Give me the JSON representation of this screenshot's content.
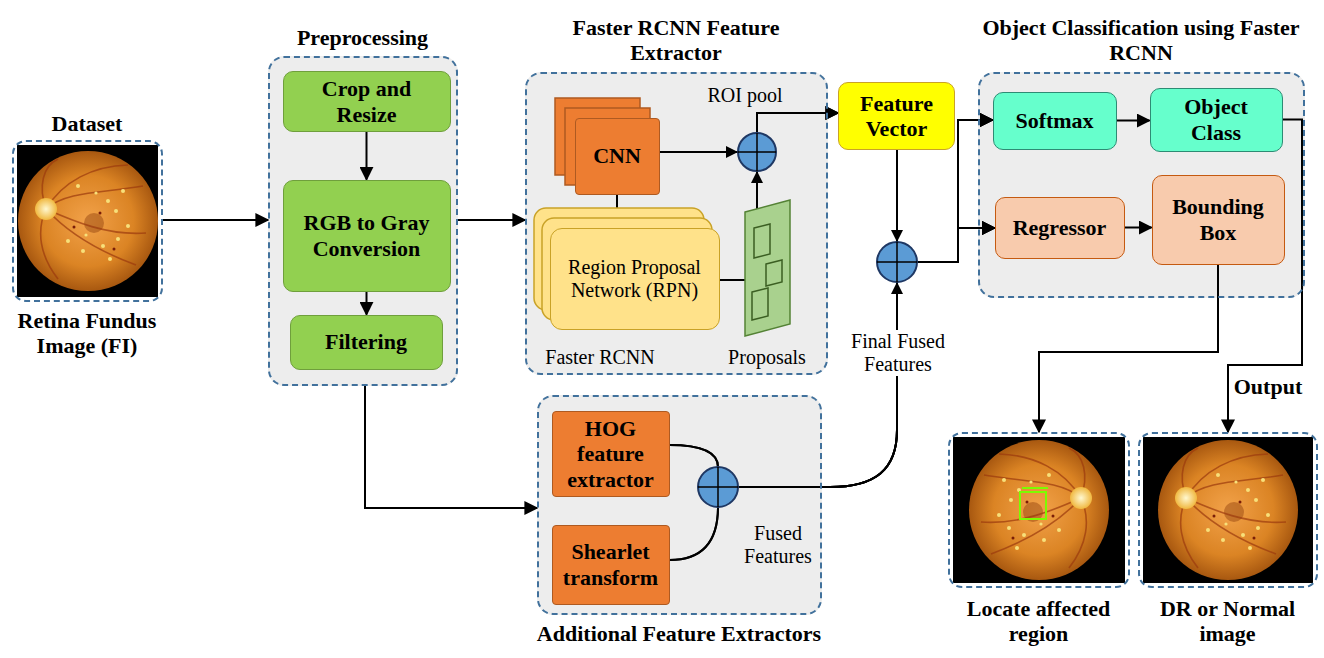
{
  "diagram": {
    "nodes": [
      {
        "text": [
          "Dataset",
          "Retina Fundus Image (FI)"
        ]
      },
      {
        "text": [
          "Preprocessing"
        ]
      },
      {
        "text": [
          "Crop and Resize"
        ],
        "in": 1
      },
      {
        "text": [
          "RGB to Gray Conversion"
        ],
        "in": 1
      },
      {
        "text": [
          "Filtering"
        ],
        "in": 1
      },
      {
        "text": [
          "Faster RCNN Feature Extractor"
        ]
      },
      {
        "text": [
          "CNN"
        ],
        "in": 5
      },
      {
        "text": [
          "Region Proposal Network (RPN)"
        ],
        "in": 5
      },
      {
        "text": [
          "Feature Vector"
        ]
      },
      {
        "text": [
          "Additional Feature Extractors"
        ]
      },
      {
        "text": [
          "HOG feature extractor"
        ],
        "in": 9
      },
      {
        "text": [
          "Shearlet transform"
        ],
        "in": 9
      },
      {
        "text": [
          "Object Classification using Faster RCNN"
        ]
      },
      {
        "text": [
          "Softmax"
        ],
        "in": 12
      },
      {
        "text": [
          "Object Class"
        ],
        "in": 12
      },
      {
        "text": [
          "Regressor"
        ],
        "in": 12
      },
      {
        "text": [
          "Bounding Box"
        ],
        "in": 12
      },
      {
        "text": [
          "Locate affected region"
        ]
      },
      {
        "text": [
          "DR or Normal image"
        ]
      }
    ],
    "edges": [
      {
        "from": 0,
        "to": 1,
        "arrow": "to"
      },
      {
        "from": 2,
        "to": 3,
        "arrow": "to"
      },
      {
        "from": 3,
        "to": 4,
        "arrow": "to"
      },
      {
        "from": 1,
        "to": 5,
        "arrow": "to"
      },
      {
        "from": 1,
        "to": 9,
        "arrow": "to"
      },
      {
        "from": 6,
        "to": 7,
        "arrow": "to"
      },
      {
        "from": 6,
        "to": 8,
        "arrow": "to"
      },
      {
        "from": 7,
        "to": 8,
        "arrow": "to"
      },
      {
        "from": 8,
        "to": 13,
        "arrow": "to"
      },
      {
        "from": 8,
        "to": 15,
        "arrow": "to"
      },
      {
        "from": 10,
        "to": 13,
        "arrow": "to"
      },
      {
        "from": 10,
        "to": 15,
        "arrow": "to"
      },
      {
        "from": 11,
        "to": 13,
        "arrow": "to"
      },
      {
        "from": 11,
        "to": 15,
        "arrow": "to"
      },
      {
        "from": 13,
        "to": 14,
        "arrow": "to"
      },
      {
        "from": 15,
        "to": 16,
        "arrow": "to"
      },
      {
        "from": 16,
        "to": 17,
        "arrow": "to"
      },
      {
        "from": 14,
        "to": 18,
        "label": "Output",
        "arrow": "to"
      }
    ],
    "labels": [
      "ROI pool",
      "Faster RCNN",
      "Proposals",
      "Final Fused Features",
      "Fused Features"
    ]
  }
}
